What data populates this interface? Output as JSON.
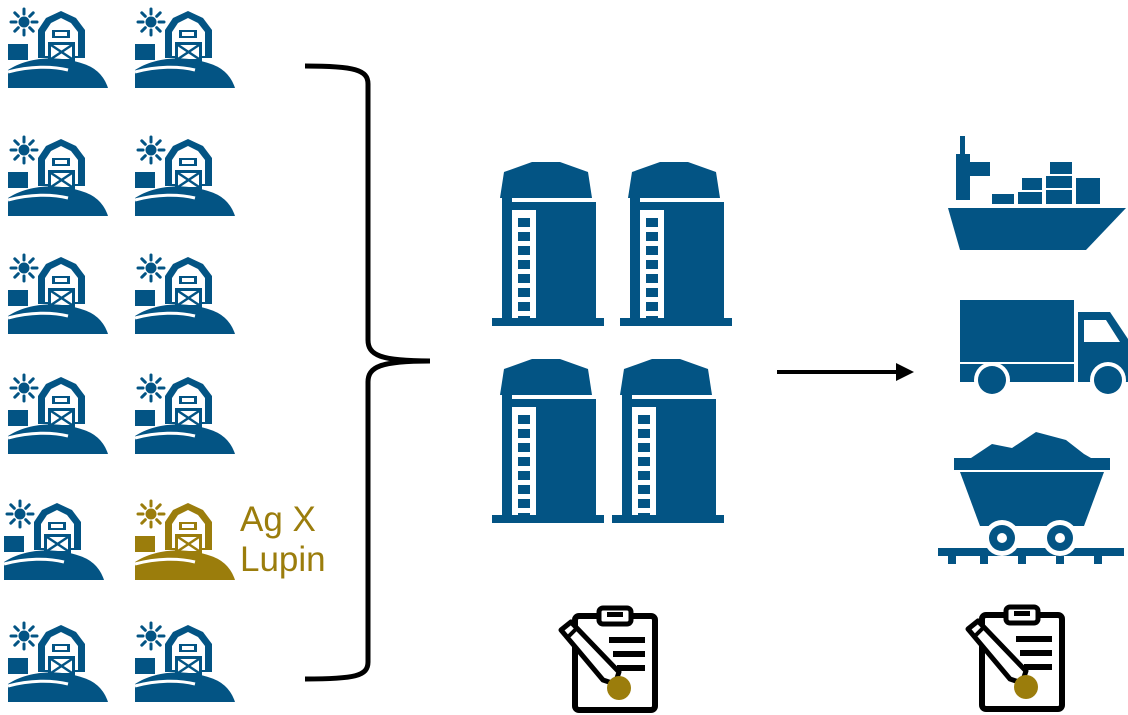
{
  "colors": {
    "primary": "#035484",
    "highlight": "#9b7d0c",
    "outline": "#000000",
    "seal": "#9b7d0c"
  },
  "farms": [
    {
      "icon": "farm-barn-icon",
      "highlight": false
    },
    {
      "icon": "farm-barn-icon",
      "highlight": false
    },
    {
      "icon": "farm-barn-icon",
      "highlight": false
    },
    {
      "icon": "farm-barn-icon",
      "highlight": false
    },
    {
      "icon": "farm-barn-icon",
      "highlight": false
    },
    {
      "icon": "farm-barn-icon",
      "highlight": false
    },
    {
      "icon": "farm-barn-icon",
      "highlight": false
    },
    {
      "icon": "farm-barn-icon",
      "highlight": false
    },
    {
      "icon": "farm-barn-icon",
      "highlight": false
    },
    {
      "icon": "farm-barn-icon",
      "highlight": true
    },
    {
      "icon": "farm-barn-icon",
      "highlight": false
    },
    {
      "icon": "farm-barn-icon",
      "highlight": false
    }
  ],
  "highlight_label": {
    "line1": "Ag X",
    "line2": "Lupin"
  },
  "storage": {
    "icon": "grain-silo-icon",
    "count": 4
  },
  "transport": [
    {
      "icon": "cargo-ship-icon"
    },
    {
      "icon": "truck-icon"
    },
    {
      "icon": "rail-ore-cart-icon"
    }
  ],
  "records": [
    {
      "icon": "clipboard-signed-icon"
    },
    {
      "icon": "clipboard-signed-icon"
    }
  ]
}
